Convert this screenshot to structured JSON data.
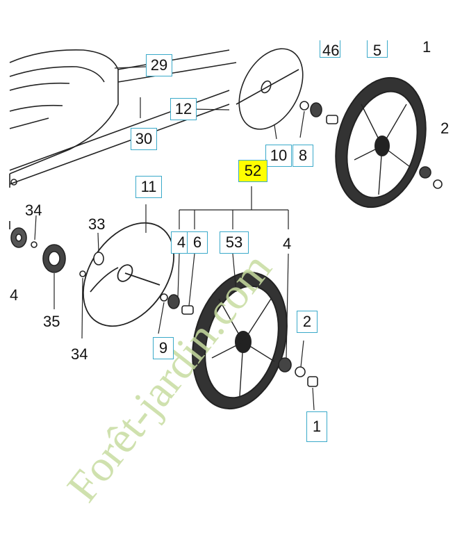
{
  "parts": {
    "p29": "29",
    "p30": "30",
    "p12": "12",
    "p10": "10",
    "p8": "8",
    "p52": "52",
    "p11": "11",
    "p34a": "34",
    "p33": "33",
    "p4a": "4",
    "p6": "6",
    "p53": "53",
    "p4b": "4",
    "p4c": "4",
    "p35": "35",
    "p34b": "34",
    "p9": "9",
    "p2": "2",
    "p1": "1",
    "top46": "46",
    "top5": "5",
    "top1": "1",
    "right2": "2"
  },
  "watermark": {
    "text": "Forêt-jardin.com"
  },
  "colors": {
    "callout_border": "#39a9c9",
    "highlight": "#ffff00",
    "watermark": "#c7dca0"
  }
}
